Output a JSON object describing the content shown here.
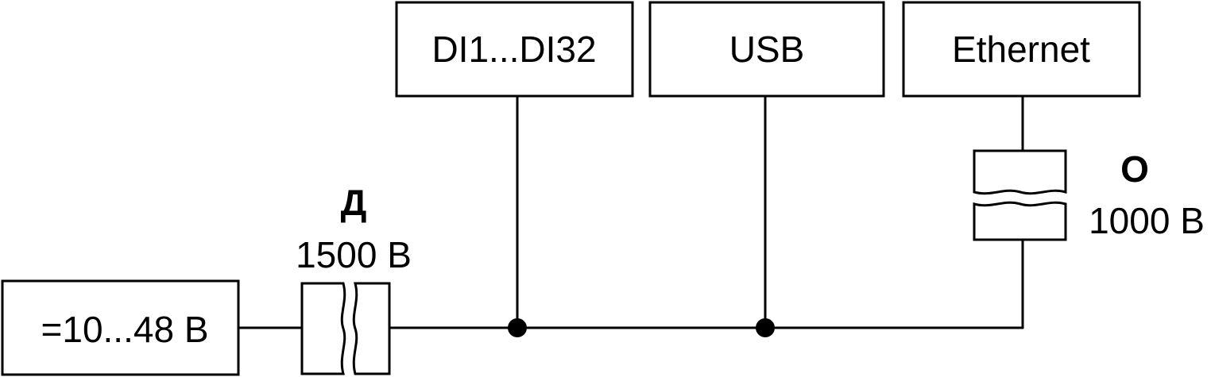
{
  "blocks": {
    "power": "=10...48 В",
    "di": "DI1...DI32",
    "usb": "USB",
    "ethernet": "Ethernet"
  },
  "isolation": {
    "power": {
      "type": "Д",
      "voltage": "1500 В"
    },
    "ethernet": {
      "type": "О",
      "voltage": "1000 В"
    }
  }
}
